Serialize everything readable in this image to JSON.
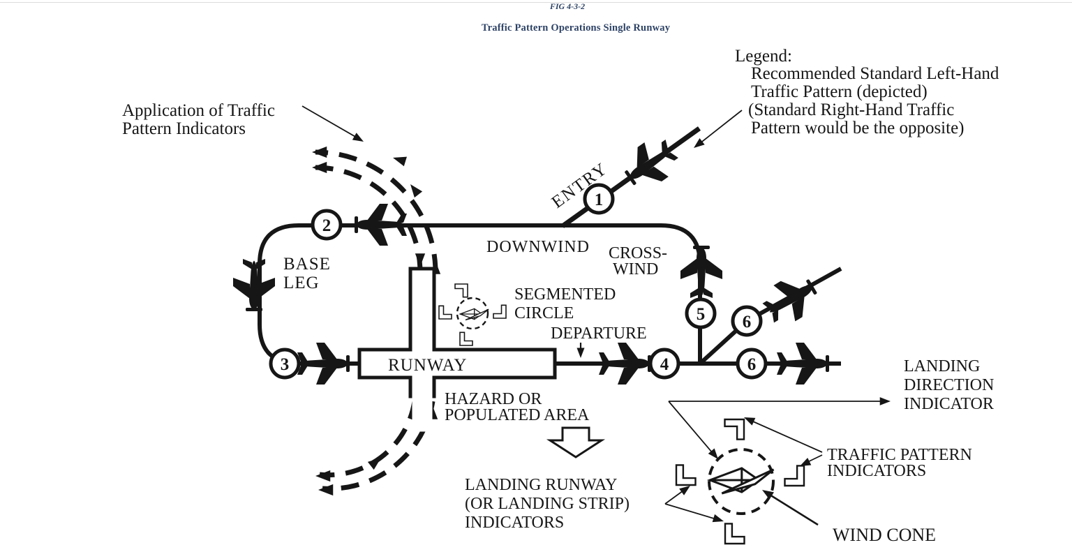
{
  "page": {
    "fig_label": "FIG 4-3-2",
    "title": "Traffic Pattern Operations Single Runway"
  },
  "legend": {
    "heading": "Legend:",
    "lines": [
      "Recommended Standard Left-Hand",
      "Traffic Pattern (depicted)",
      "(Standard Right-Hand Traffic",
      "Pattern would be the opposite)"
    ]
  },
  "labels": {
    "application": [
      "Application of Traffic",
      "Pattern Indicators"
    ],
    "entry": "ENTRY",
    "downwind": "DOWNWIND",
    "crosswind": [
      "CROSS-",
      "WIND"
    ],
    "base_leg": [
      "BASE",
      "LEG"
    ],
    "segmented_circle": [
      "SEGMENTED",
      "CIRCLE"
    ],
    "departure": "DEPARTURE",
    "runway": "RUNWAY",
    "hazard": [
      "HAZARD OR",
      "POPULATED AREA"
    ],
    "landing_runway_indicators": [
      "LANDING RUNWAY",
      "(OR LANDING STRIP)",
      "INDICATORS"
    ],
    "landing_direction_indicator": [
      "LANDING",
      "DIRECTION",
      "INDICATOR"
    ],
    "traffic_pattern_indicators": [
      "TRAFFIC PATTERN",
      "INDICATORS"
    ],
    "wind_cone": "WIND CONE"
  },
  "waypoints": {
    "entry": "1",
    "downwind": "2",
    "base": "3",
    "departure": "4",
    "crosswind": "5",
    "departure_45": "6",
    "departure_straight": "6"
  },
  "colors": {
    "ink": "#161616",
    "title": "#2e4366",
    "hairline": "#dcdcdc",
    "background": "#ffffff"
  }
}
